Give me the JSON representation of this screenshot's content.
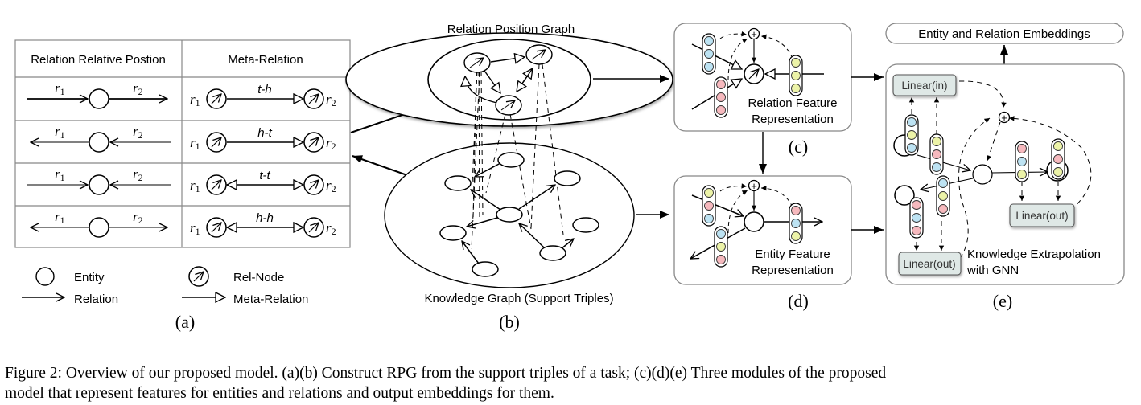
{
  "figure": {
    "panel_a": {
      "table_headers": [
        "Relation Relative Postion",
        "Meta-Relation"
      ],
      "rows": [
        {
          "r1": "r",
          "r1_sub": "1",
          "r2": "r",
          "r2_sub": "2",
          "left_dir": "right",
          "right_dir": "right",
          "meta_label": "t-h",
          "meta_type": "one-way"
        },
        {
          "r1": "r",
          "r1_sub": "1",
          "r2": "r",
          "r2_sub": "2",
          "left_dir": "left",
          "right_dir": "left",
          "meta_label": "h-t",
          "meta_type": "one-way"
        },
        {
          "r1": "r",
          "r1_sub": "1",
          "r2": "r",
          "r2_sub": "2",
          "left_dir": "right",
          "right_dir": "left",
          "meta_label": "t-t",
          "meta_type": "two-way"
        },
        {
          "r1": "r",
          "r1_sub": "1",
          "r2": "r",
          "r2_sub": "2",
          "left_dir": "left",
          "right_dir": "right",
          "meta_label": "h-h",
          "meta_type": "two-way"
        }
      ],
      "legend": {
        "entity": "Entity",
        "relation": "Relation",
        "rel_node": "Rel-Node",
        "meta_relation": "Meta-Relation"
      },
      "label": "(a)"
    },
    "panel_b": {
      "rpg_title": "Relation Position Graph",
      "kg_title": "Knowledge Graph (Support Triples)",
      "label": "(b)"
    },
    "panel_c": {
      "title_line1": "Relation Feature",
      "title_line2": "Representation",
      "label": "(c)",
      "colors": [
        "#bfe3f2",
        "#f5b8bd",
        "#eaf2a6"
      ]
    },
    "panel_d": {
      "title_line1": "Entity Feature",
      "title_line2": "Representation",
      "label": "(d)"
    },
    "panel_e": {
      "output_label": "Entity and Relation Embeddings",
      "linear_in": "Linear(in)",
      "linear_out_1": "Linear(out)",
      "linear_out_2": "Linear(out)",
      "title_line1": "Knowledge Extrapolation",
      "title_line2": "with GNN",
      "label": "(e)"
    },
    "plus_symbol": "+",
    "caption_line1": "Figure 2: Overview of our proposed model. (a)(b) Construct RPG from the support triples of a task; (c)(d)(e) Three modules of the proposed",
    "caption_line2": "model that represent features for entities and relations and output embeddings for them."
  },
  "colors": {
    "blue": "#bde3f3",
    "pink": "#f6b9be",
    "yellow": "#ecf3a8",
    "linear_box": "#dfe8e6"
  }
}
